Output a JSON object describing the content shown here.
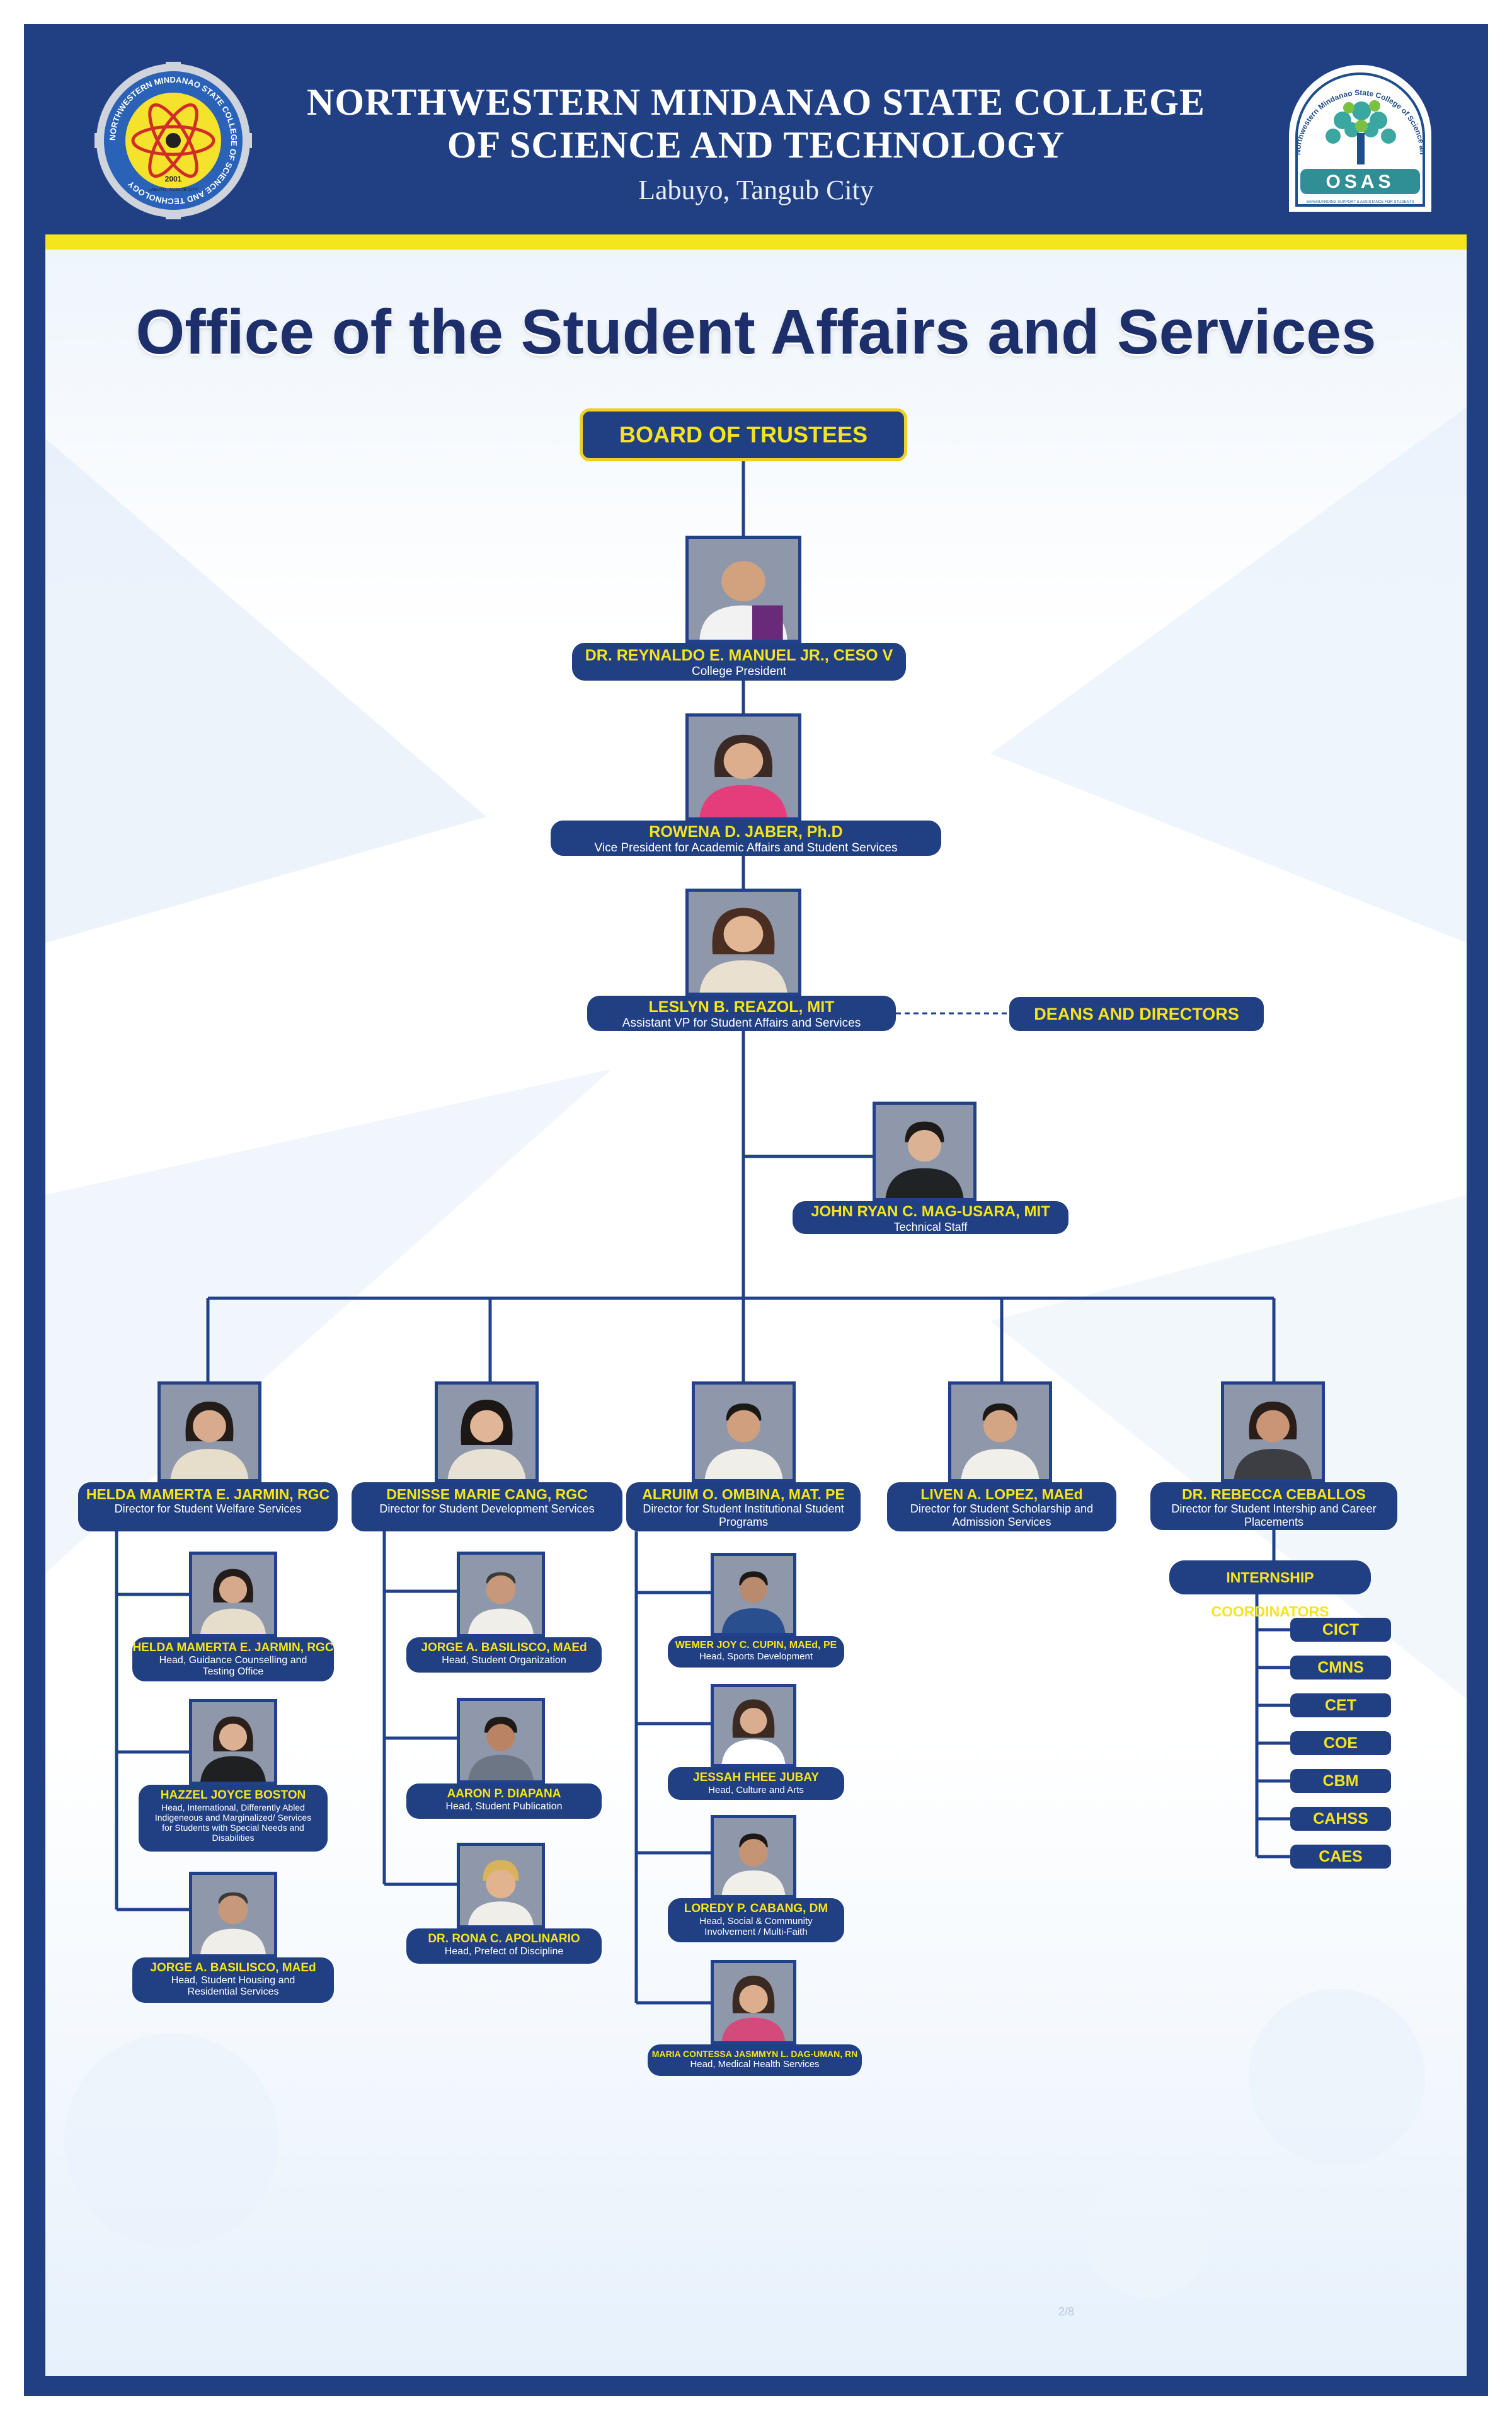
{
  "header": {
    "college_line1": "NORTHWESTERN MINDANAO STATE COLLEGE",
    "college_line2": "OF SCIENCE AND TECHNOLOGY",
    "location": "Labuyo, Tangub City",
    "seal_text": "NORTHWESTERN MINDANAO STATE COLLEGE OF SCIENCE AND TECHNOLOGY",
    "seal_year": "2001",
    "seal_bottom": "LABUYO, TANGUB CITY",
    "osas_arc": "Northwestern Mindanao State College of Science and Technology",
    "osas_label": "OSAS",
    "osas_tagline": "SAFEGUARDING SUPPORT & ASSISTANCE FOR STUDENTS"
  },
  "title": "Office of the Student Affairs and Services",
  "board": "BOARD OF TRUSTEES",
  "president": {
    "name": "DR. REYNALDO E. MANUEL JR., CESO V",
    "role": "College President"
  },
  "vp": {
    "name": "ROWENA D. JABER, Ph.D",
    "role": "Vice President for Academic Affairs and Student Services"
  },
  "avp": {
    "name": "LESLYN B. REAZOL, MIT",
    "role": "Assistant VP for Student Affairs and Services"
  },
  "deans": "DEANS AND DIRECTORS",
  "tech": {
    "name": "JOHN RYAN C. MAG-USARA, MIT",
    "role": "Technical Staff"
  },
  "directors": [
    {
      "name": "HELDA MAMERTA E. JARMIN, RGC",
      "role": "Director for Student Welfare Services"
    },
    {
      "name": "DENISSE MARIE CANG, RGC",
      "role": "Director for Student Development Services"
    },
    {
      "name": "ALRUIM O. OMBINA, MAT. PE",
      "role": "Director for Student Institutional Student Programs"
    },
    {
      "name": "LIVEN A. LOPEZ, MAEd",
      "role": "Director for Student Scholarship and Admission Services"
    },
    {
      "name": "DR. REBECCA CEBALLOS",
      "role": "Director for Student Intership and Career Placements"
    }
  ],
  "welfare_heads": [
    {
      "name": "HELDA MAMERTA E. JARMIN, RGC",
      "role": "Head, Guidance Counselling and Testing Office"
    },
    {
      "name": "HAZZEL JOYCE BOSTON",
      "role": "Head, International, Differently Abled Indigeneous and Marginalized/ Services for Students with Special Needs and Disabilities"
    },
    {
      "name": "JORGE A. BASILISCO, MAEd",
      "role": "Head, Student Housing and Residential Services"
    }
  ],
  "development_heads": [
    {
      "name": "JORGE A. BASILISCO, MAEd",
      "role": "Head, Student Organization"
    },
    {
      "name": "AARON P. DIAPANA",
      "role": "Head, Student Publication"
    },
    {
      "name": "DR. RONA C. APOLINARIO",
      "role": "Head, Prefect of Discipline"
    }
  ],
  "program_heads": [
    {
      "name": "WEMER JOY C. CUPIN, MAEd, PE",
      "role": "Head, Sports Development"
    },
    {
      "name": "JESSAH FHEE JUBAY",
      "role": "Head, Culture and Arts"
    },
    {
      "name": "LOREDY P. CABANG, DM",
      "role": "Head, Social & Community Involvement / Multi-Faith"
    },
    {
      "name": "MARIA CONTESSA JASMMYN L. DAG-UMAN, RN",
      "role": "Head, Medical Health Services"
    }
  ],
  "internship": {
    "label": "INTERNSHIP COORDINATORS",
    "colleges": [
      "CICT",
      "CMNS",
      "CET",
      "COE",
      "CBM",
      "CAHSS",
      "CAES"
    ]
  },
  "page_number": "2/8",
  "colors": {
    "navy": "#213f83",
    "yellow": "#f7e41d",
    "band": "#f5e61b",
    "title": "#1d2f6b"
  }
}
